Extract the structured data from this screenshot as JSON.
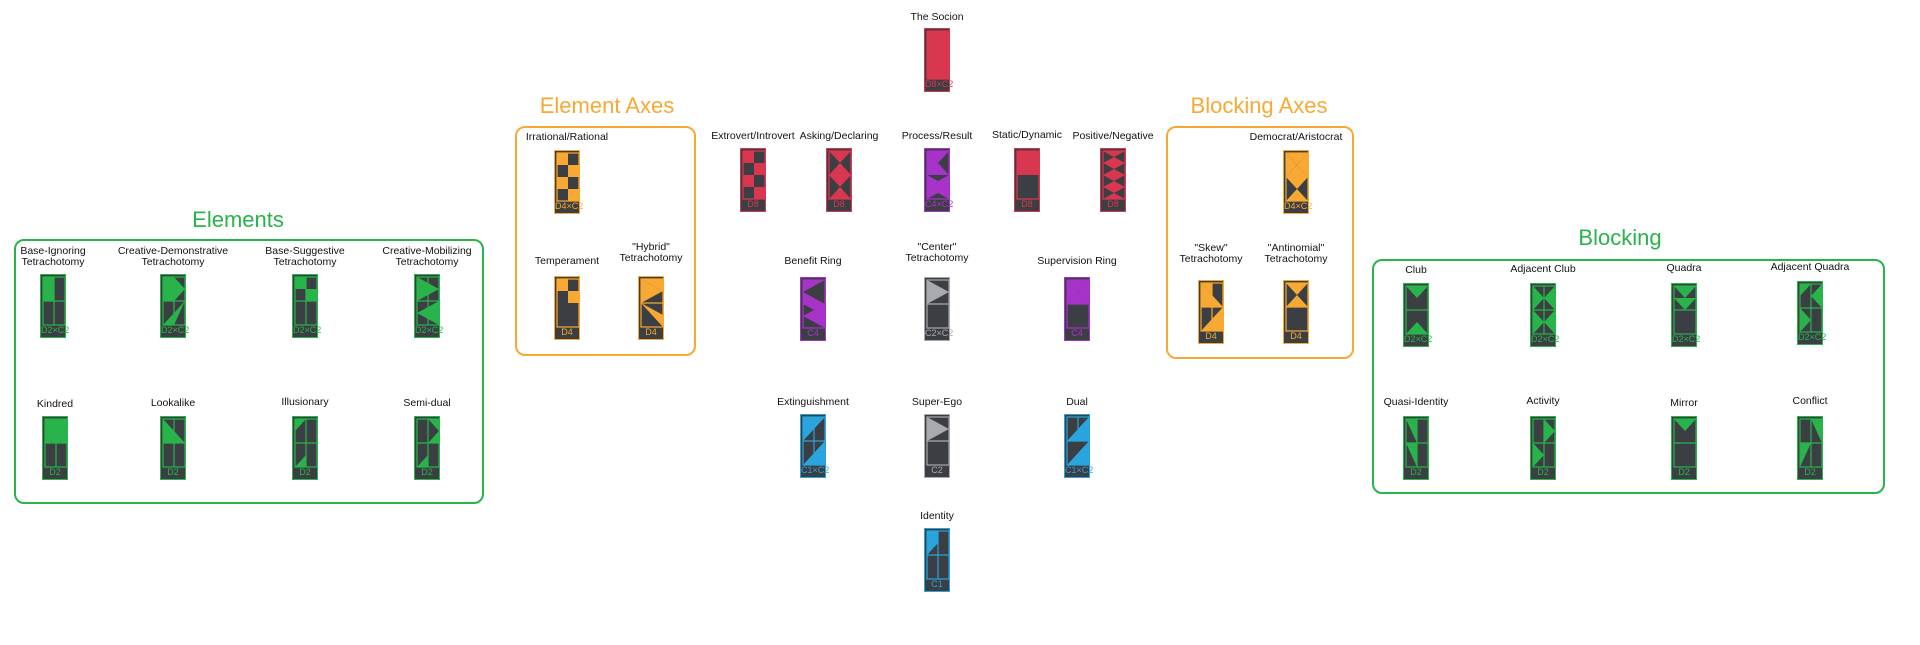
{
  "colors": {
    "green": "#28b44a",
    "orange": "#f7a934",
    "red": "#d9374f",
    "purple": "#a733c9",
    "gray": "#a9aaad",
    "blue": "#2aa4de",
    "card_bg": "#3b3e43"
  },
  "headings": {
    "elements": "Elements",
    "element_axes": "Element Axes",
    "blocking_axes": "Blocking Axes",
    "blocking": "Blocking"
  },
  "nodes": [
    {
      "id": "the-socion",
      "label": "The Socion",
      "symbol": "D8×C2",
      "color": "red",
      "pattern": "full"
    },
    {
      "id": "irrational-rational",
      "label": "Irrational/Rational",
      "symbol": "D4×C2",
      "color": "orange",
      "pattern": "checker4"
    },
    {
      "id": "temperament",
      "label": "Temperament",
      "symbol": "D4",
      "color": "orange",
      "pattern": "checker2"
    },
    {
      "id": "hybrid-tetrachotomy",
      "label": "\"Hybrid\"\nTetrachotomy",
      "symbol": "D4",
      "color": "orange",
      "pattern": "hybrid"
    },
    {
      "id": "extrovert-introvert",
      "label": "Extrovert/Introvert",
      "symbol": "D8",
      "color": "red",
      "pattern": "checker4"
    },
    {
      "id": "asking-declaring",
      "label": "Asking/Declaring",
      "symbol": "D8",
      "color": "red",
      "pattern": "hourglass2"
    },
    {
      "id": "process-result",
      "label": "Process/Result",
      "symbol": "C4×C2",
      "color": "purple",
      "pattern": "star4"
    },
    {
      "id": "static-dynamic",
      "label": "Static/Dynamic",
      "symbol": "D8",
      "color": "red",
      "pattern": "tophalf"
    },
    {
      "id": "positive-negative",
      "label": "Positive/Negative",
      "symbol": "D8",
      "color": "red",
      "pattern": "hourglass4"
    },
    {
      "id": "benefit-ring",
      "label": "Benefit Ring",
      "symbol": "C4",
      "color": "purple",
      "pattern": "benefit"
    },
    {
      "id": "center-tetrachotomy",
      "label": "\"Center\"\nTetrachotomy",
      "symbol": "C2×C2",
      "color": "gray",
      "pattern": "arrowright"
    },
    {
      "id": "supervision-ring",
      "label": "Supervision Ring",
      "symbol": "C4",
      "color": "purple",
      "pattern": "supervision"
    },
    {
      "id": "extinguishment",
      "label": "Extinguishment",
      "symbol": "C1×C2",
      "color": "blue",
      "pattern": "extinguish"
    },
    {
      "id": "super-ego",
      "label": "Super-Ego",
      "symbol": "C2",
      "color": "gray",
      "pattern": "superego"
    },
    {
      "id": "dual",
      "label": "Dual",
      "symbol": "C1×C2",
      "color": "blue",
      "pattern": "dual"
    },
    {
      "id": "identity",
      "label": "Identity",
      "symbol": "C1",
      "color": "blue",
      "pattern": "identity"
    },
    {
      "id": "democrat-aristocrat",
      "label": "Democrat/Aristocrat",
      "symbol": "D4×C2",
      "color": "orange",
      "pattern": "diamond"
    },
    {
      "id": "skew-tetrachotomy",
      "label": "\"Skew\"\nTetrachotomy",
      "symbol": "D4",
      "color": "orange",
      "pattern": "skew"
    },
    {
      "id": "antinomial-tetrachotomy",
      "label": "\"Antinomial\"\nTetrachotomy",
      "symbol": "D4",
      "color": "orange",
      "pattern": "antinomial"
    },
    {
      "id": "base-ignoring",
      "label": "Base-Ignoring\nTetrachotomy",
      "symbol": "D2×C2",
      "color": "green",
      "pattern": "topfill-line"
    },
    {
      "id": "creative-demonstrative",
      "label": "Creative-Demonstrative\nTetrachotomy",
      "symbol": "D2×C2",
      "color": "green",
      "pattern": "creative-demo"
    },
    {
      "id": "base-suggestive",
      "label": "Base-Suggestive\nTetrachotomy",
      "symbol": "D2×C2",
      "color": "green",
      "pattern": "base-sugg"
    },
    {
      "id": "creative-mobilizing",
      "label": "Creative-Mobilizing\nTetrachotomy",
      "symbol": "D2×C2",
      "color": "green",
      "pattern": "creative-mob"
    },
    {
      "id": "kindred",
      "label": "Kindred",
      "symbol": "D2",
      "color": "green",
      "pattern": "kindred"
    },
    {
      "id": "lookalike",
      "label": "Lookalike",
      "symbol": "D2",
      "color": "green",
      "pattern": "lookalike"
    },
    {
      "id": "illusionary",
      "label": "Illusionary",
      "symbol": "D2",
      "color": "green",
      "pattern": "illusionary"
    },
    {
      "id": "semi-dual",
      "label": "Semi-dual",
      "symbol": "D2",
      "color": "green",
      "pattern": "semidual"
    },
    {
      "id": "club",
      "label": "Club",
      "symbol": "D2×C2",
      "color": "green",
      "pattern": "club"
    },
    {
      "id": "adjacent-club",
      "label": "Adjacent Club",
      "symbol": "D2×C2",
      "color": "green",
      "pattern": "adjclub"
    },
    {
      "id": "quadra",
      "label": "Quadra",
      "symbol": "D2×C2",
      "color": "green",
      "pattern": "quadra"
    },
    {
      "id": "adjacent-quadra",
      "label": "Adjacent Quadra",
      "symbol": "D2×C2",
      "color": "green",
      "pattern": "adjquadra"
    },
    {
      "id": "quasi-identity",
      "label": "Quasi-Identity",
      "symbol": "D2",
      "color": "green",
      "pattern": "quasi"
    },
    {
      "id": "activity",
      "label": "Activity",
      "symbol": "D2",
      "color": "green",
      "pattern": "activity"
    },
    {
      "id": "mirror",
      "label": "Mirror",
      "symbol": "D2",
      "color": "green",
      "pattern": "mirror"
    },
    {
      "id": "conflict",
      "label": "Conflict",
      "symbol": "D2",
      "color": "green",
      "pattern": "conflict"
    }
  ]
}
